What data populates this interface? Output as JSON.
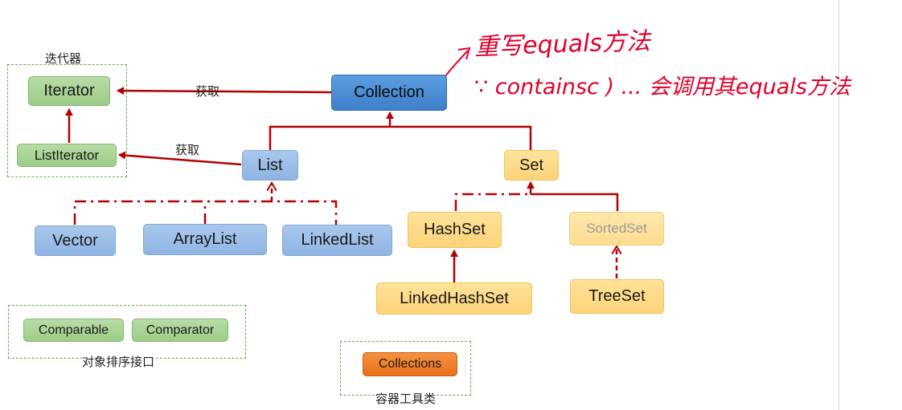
{
  "groups": {
    "iterator_group": "迭代器",
    "comparator_group": "对象排序接口",
    "tools_group": "容器工具类"
  },
  "nodes": {
    "collection": "Collection",
    "iterator": "Iterator",
    "list_iterator": "ListIterator",
    "list": "List",
    "set": "Set",
    "vector": "Vector",
    "array_list": "ArrayList",
    "linked_list": "LinkedList",
    "hash_set": "HashSet",
    "sorted_set": "SortedSet",
    "linked_hash_set": "LinkedHashSet",
    "tree_set": "TreeSet",
    "comparable": "Comparable",
    "comparator": "Comparator",
    "collections": "Collections"
  },
  "edge_labels": {
    "collection_to_iterator": "获取",
    "list_to_list_iterator": "获取"
  },
  "annotations": {
    "line1": "重写equals方法",
    "line2": "∵ containsc ) ... 会调用其equals方法"
  },
  "colors": {
    "arrow": "#b30000",
    "handwriting": "#e0002a"
  }
}
